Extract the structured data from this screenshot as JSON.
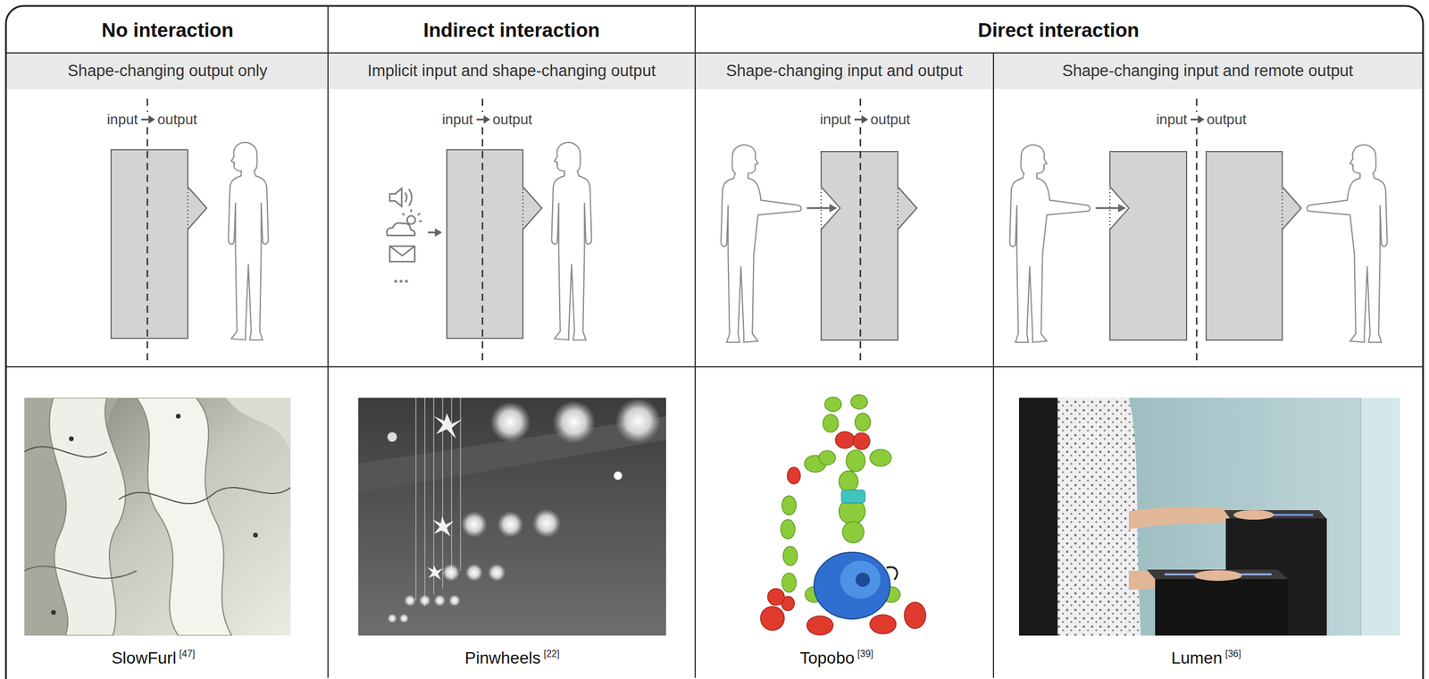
{
  "diagram": {
    "nodes": [
      {
        "text": [
          "No interaction"
        ]
      },
      {
        "text": [
          "Indirect interaction"
        ]
      },
      {
        "text": [
          "Direct interaction"
        ]
      },
      {
        "text": [
          "Shape-changing output only"
        ]
      },
      {
        "text": [
          "Implicit input and shape-changing output"
        ]
      },
      {
        "text": [
          "Shape-changing input and output"
        ]
      },
      {
        "text": [
          "Shape-changing input and remote output"
        ]
      }
    ],
    "labels": [
      "input",
      "output",
      "input",
      "output",
      "input",
      "output",
      "input",
      "output",
      "SlowFurl",
      "[47]",
      "Pinwheels",
      "[22]",
      "Topobo",
      "[39]",
      "Lumen",
      "[36]"
    ]
  }
}
